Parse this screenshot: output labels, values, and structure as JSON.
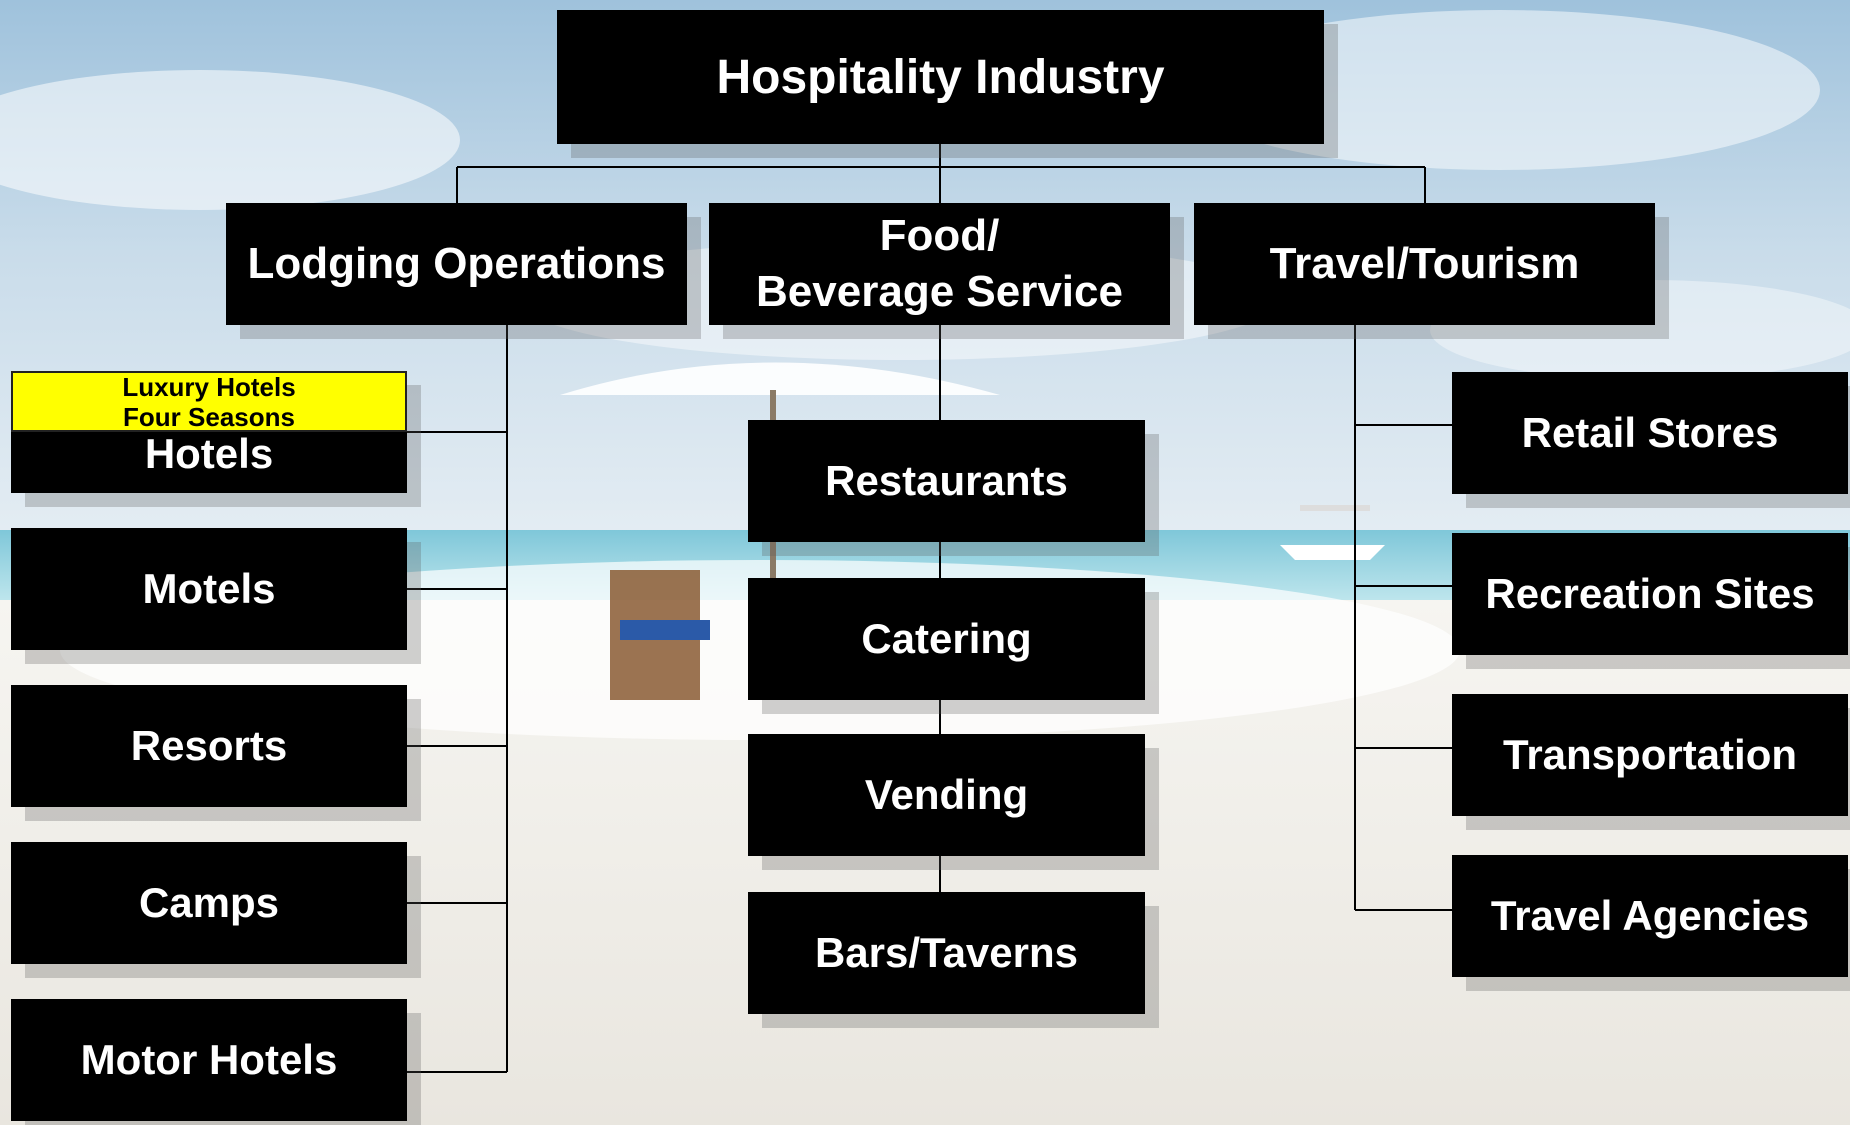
{
  "root": {
    "label": "Hospitality Industry"
  },
  "categories": [
    {
      "label": "Lodging Operations"
    },
    {
      "label_line1": "Food/",
      "label_line2": "Beverage Service"
    },
    {
      "label": "Travel/Tourism"
    }
  ],
  "lodging": [
    "Hotels",
    "Motels",
    "Resorts",
    "Camps",
    "Motor Hotels"
  ],
  "food": [
    "Restaurants",
    "Catering",
    "Vending",
    "Bars/Taverns"
  ],
  "travel": [
    "Retail Stores",
    "Recreation Sites",
    "Transportation",
    "Travel Agencies"
  ],
  "callout": {
    "line1": "Luxury Hotels",
    "line2": "Four Seasons"
  },
  "colors": {
    "box": "#000000",
    "text": "#ffffff",
    "callout": "#ffff00",
    "sky": "#b8d3e6",
    "sand": "#f4f2ee"
  }
}
